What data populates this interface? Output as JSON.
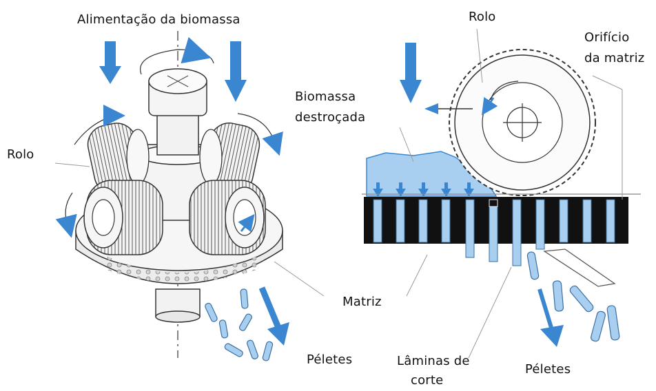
{
  "labels": {
    "feed": "Alimentação da biomassa",
    "roller_left": "Rolo",
    "roller_right": "Rolo",
    "die_hole_line1": "Orifício",
    "die_hole_line2": "da matriz",
    "biomass_line1": "Biomassa",
    "biomass_line2": "destroçada",
    "die": "Matriz",
    "pellets_left": "Péletes",
    "pellets_right": "Péletes",
    "blades_line1": "Lâminas de",
    "blades_line2": "corte"
  },
  "colors": {
    "accent_blue": "#3a86d0",
    "biomass_fill": "#a9cff0",
    "line": "#222222",
    "die_black": "#111111"
  }
}
